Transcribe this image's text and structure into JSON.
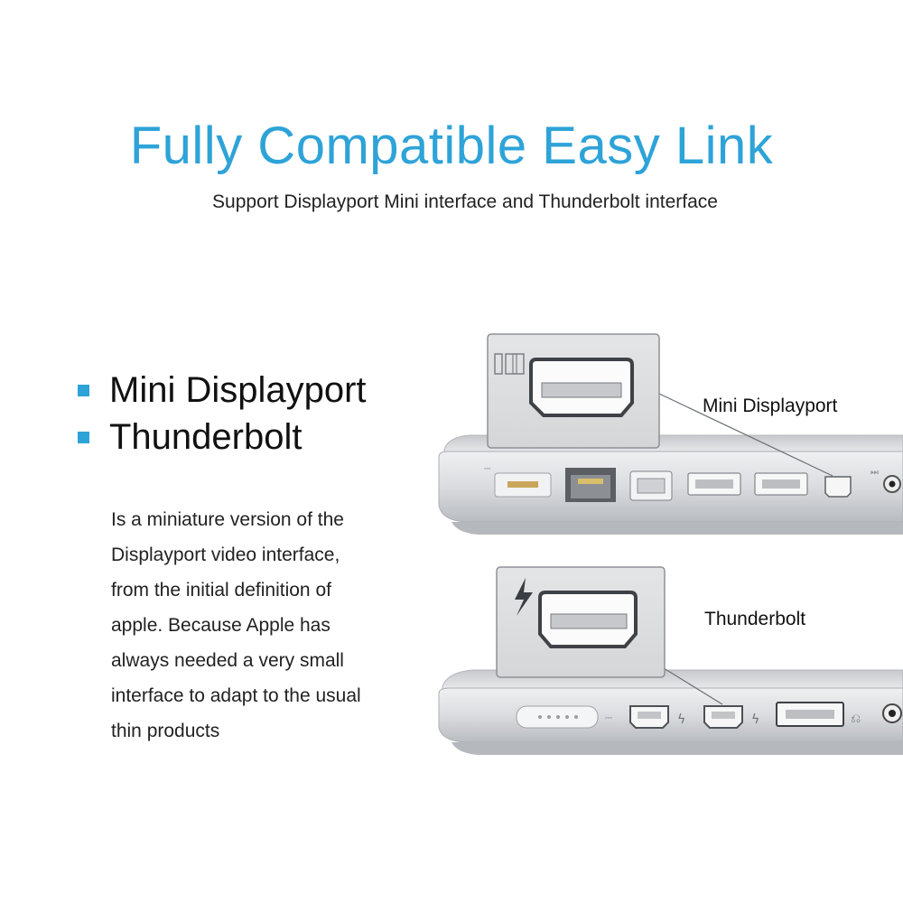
{
  "header": {
    "title": "Fully Compatible Easy Link",
    "subtitle": "Support Displayport Mini interface and Thunderbolt interface"
  },
  "bullets": [
    {
      "label": "Mini Displayport"
    },
    {
      "label": "Thunderbolt"
    }
  ],
  "description": {
    "lines": [
      "Is a miniature version of the",
      "Displayport video interface,",
      "from the initial definition of",
      "apple. Because Apple has",
      "always needed a very small",
      "interface to adapt to the usual",
      "thin products"
    ]
  },
  "callouts": {
    "mini_displayport": "Mini Displayport",
    "thunderbolt": "Thunderbolt"
  },
  "colors": {
    "accent": "#2ea3d8",
    "laptop_silver": "#d9dbde"
  },
  "icons": {
    "mini_dp": "mini-displayport-icon",
    "thunderbolt": "thunderbolt-icon"
  }
}
